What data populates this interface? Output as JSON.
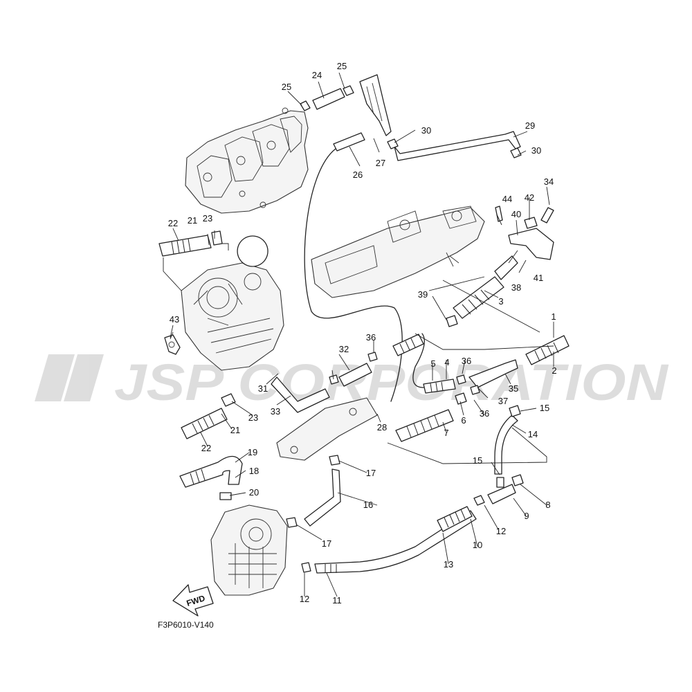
{
  "diagram_code": "F3P6010-V140",
  "fwd_label": "FWD",
  "watermark": "JSP CORPORATION",
  "callouts": [
    {
      "key": "c1",
      "text": "1"
    },
    {
      "key": "c2",
      "text": "2"
    },
    {
      "key": "c3",
      "text": "3"
    },
    {
      "key": "c4",
      "text": "4"
    },
    {
      "key": "c5",
      "text": "5"
    },
    {
      "key": "c6",
      "text": "6"
    },
    {
      "key": "c7",
      "text": "7"
    },
    {
      "key": "c8",
      "text": "8"
    },
    {
      "key": "c9",
      "text": "9"
    },
    {
      "key": "c10",
      "text": "10"
    },
    {
      "key": "c11",
      "text": "11"
    },
    {
      "key": "c12a",
      "text": "12"
    },
    {
      "key": "c12b",
      "text": "12"
    },
    {
      "key": "c13",
      "text": "13"
    },
    {
      "key": "c14",
      "text": "14"
    },
    {
      "key": "c15a",
      "text": "15"
    },
    {
      "key": "c15b",
      "text": "15"
    },
    {
      "key": "c16",
      "text": "16"
    },
    {
      "key": "c17a",
      "text": "17"
    },
    {
      "key": "c17b",
      "text": "17"
    },
    {
      "key": "c18",
      "text": "18"
    },
    {
      "key": "c19",
      "text": "19"
    },
    {
      "key": "c20",
      "text": "20"
    },
    {
      "key": "c21a",
      "text": "21"
    },
    {
      "key": "c21b",
      "text": "21"
    },
    {
      "key": "c22a",
      "text": "22"
    },
    {
      "key": "c22b",
      "text": "22"
    },
    {
      "key": "c23a",
      "text": "23"
    },
    {
      "key": "c23b",
      "text": "23"
    },
    {
      "key": "c24",
      "text": "24"
    },
    {
      "key": "c25a",
      "text": "25"
    },
    {
      "key": "c25b",
      "text": "25"
    },
    {
      "key": "c26",
      "text": "26"
    },
    {
      "key": "c27",
      "text": "27"
    },
    {
      "key": "c28",
      "text": "28"
    },
    {
      "key": "c29",
      "text": "29"
    },
    {
      "key": "c30a",
      "text": "30"
    },
    {
      "key": "c30b",
      "text": "30"
    },
    {
      "key": "c31",
      "text": "31"
    },
    {
      "key": "c32",
      "text": "32"
    },
    {
      "key": "c33",
      "text": "33"
    },
    {
      "key": "c34",
      "text": "34"
    },
    {
      "key": "c35",
      "text": "35"
    },
    {
      "key": "c36a",
      "text": "36"
    },
    {
      "key": "c36b",
      "text": "36"
    },
    {
      "key": "c36c",
      "text": "36"
    },
    {
      "key": "c37",
      "text": "37"
    },
    {
      "key": "c38",
      "text": "38"
    },
    {
      "key": "c39",
      "text": "39"
    },
    {
      "key": "c40",
      "text": "40"
    },
    {
      "key": "c41",
      "text": "41"
    },
    {
      "key": "c42",
      "text": "42"
    },
    {
      "key": "c43",
      "text": "43"
    },
    {
      "key": "c44",
      "text": "44"
    }
  ]
}
